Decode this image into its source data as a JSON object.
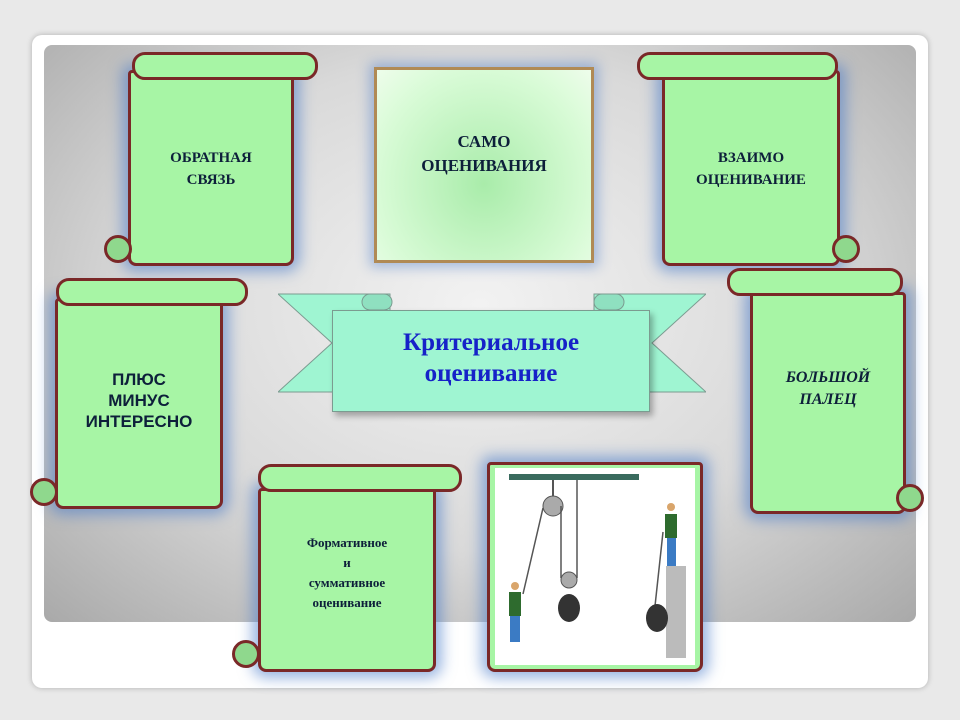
{
  "title": "Критериальное оценивание",
  "title_lines": [
    "Критериальное",
    "оценивание"
  ],
  "items": [
    {
      "lines": [
        "ОБРАТНАЯ",
        "СВЯЗЬ"
      ]
    },
    {
      "lines": [
        "САМО",
        "ОЦЕНИВАНИЯ"
      ]
    },
    {
      "lines": [
        "ВЗАИМО",
        "ОЦЕНИВАНИЕ"
      ]
    },
    {
      "lines": [
        "ПЛЮС",
        "МИНУС",
        "ИНТЕРЕСНО"
      ]
    },
    {
      "lines": [
        "БОЛЬШОЙ",
        "ПАЛЕЦ"
      ]
    },
    {
      "lines": [
        "Формативное",
        "и",
        "суммативное",
        "оценивание"
      ]
    }
  ],
  "colors": {
    "scroll": "#a7f5a5",
    "border": "#7a2828",
    "title": "#1622c8",
    "banner": "#9ff5d2"
  }
}
